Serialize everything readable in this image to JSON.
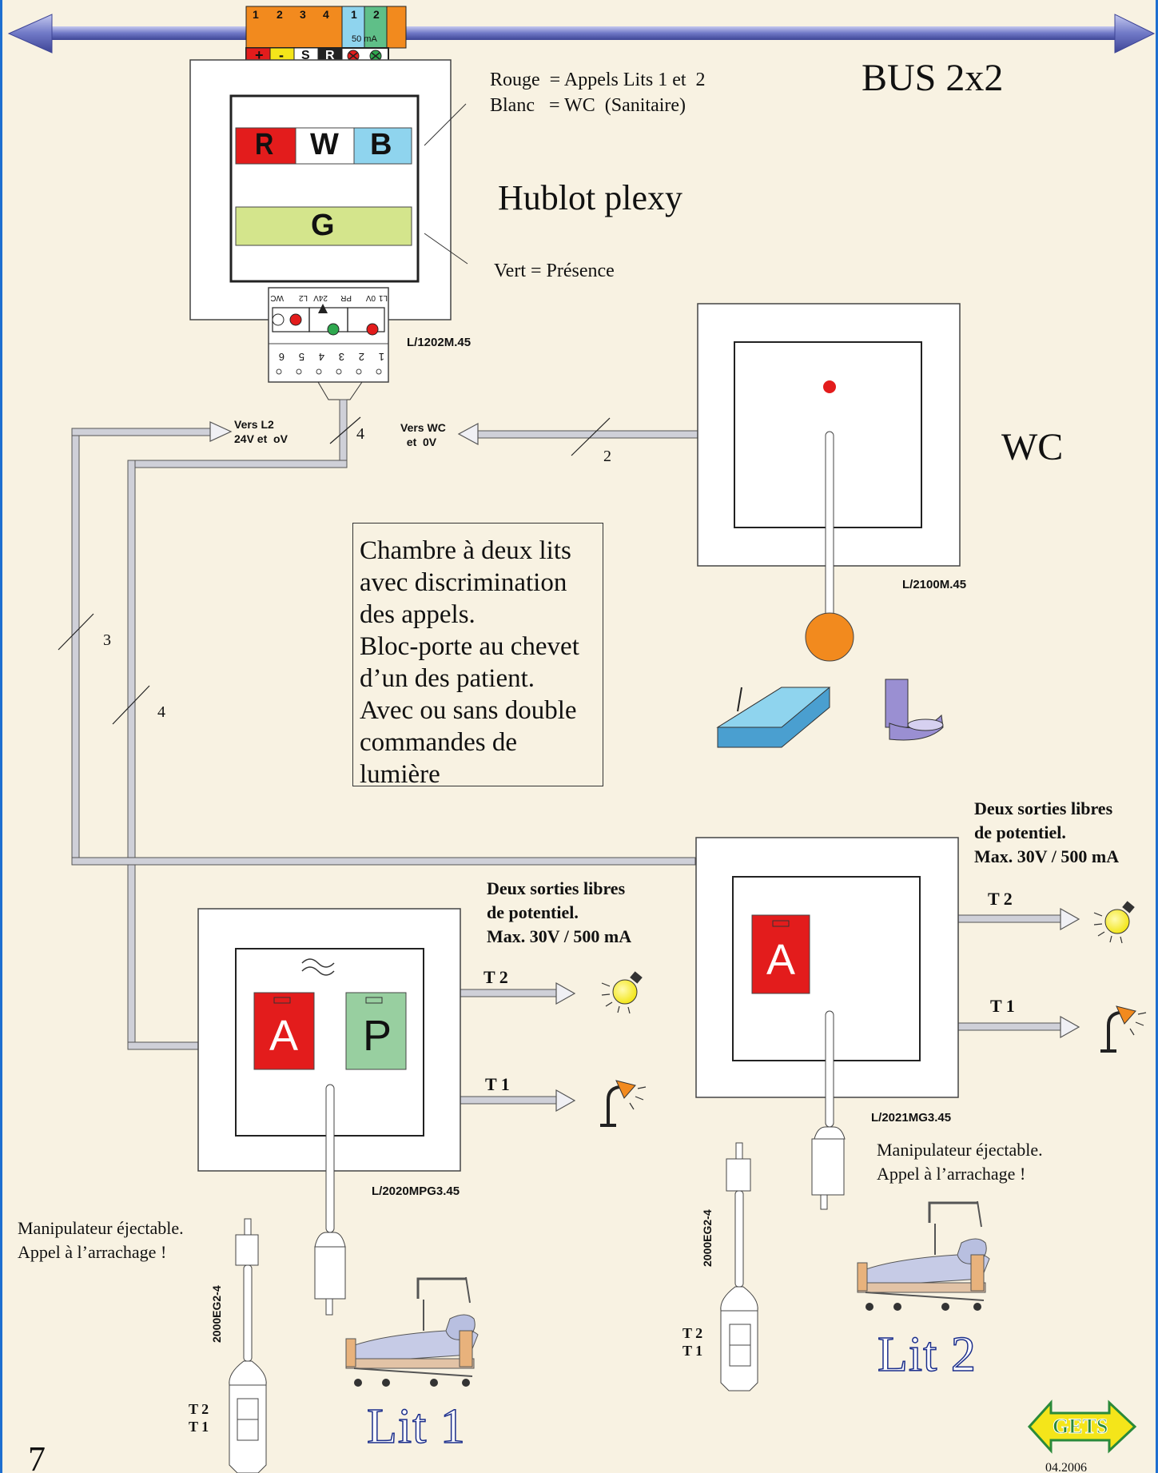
{
  "page_number": "7",
  "date": "04.2006",
  "bus": {
    "title": "BUS 2x2"
  },
  "connector": {
    "terminals": [
      "1",
      "2",
      "3",
      "4",
      "1",
      "2"
    ],
    "legend_sub": "50 mA",
    "polarity": [
      "+",
      "-",
      "S",
      "R"
    ]
  },
  "hublot": {
    "title": "Hublot plexy",
    "ref": "L/1202M.45",
    "letters": [
      "R",
      "W",
      "B",
      "G"
    ],
    "legend_lines": [
      "Rouge  = Appels Lits 1 et  2",
      "Blanc   = WC  (Sanitaire)"
    ],
    "vert_label": "Vert = Présence",
    "terminal_numbers": [
      "6",
      "5",
      "4",
      "3",
      "2",
      "1"
    ],
    "terminal_top": [
      "WC",
      "L2",
      "24V",
      "PR",
      "0V",
      "L1"
    ]
  },
  "wires": {
    "vers_l2": "Vers L2\n24V et  oV",
    "vers_wc": "Vers WC\n  et  0V",
    "count_4a": "4",
    "count_2": "2",
    "count_3": "3",
    "count_4b": "4"
  },
  "wc": {
    "label": "WC",
    "ref": "L/2100M.45"
  },
  "description": [
    "Chambre à deux lits",
    "avec discrimination",
    "des appels.",
    "Bloc-porte au chevet",
    "d’un des patient.",
    "Avec ou sans double",
    "commandes de",
    "lumière"
  ],
  "outputs_note": "Deux sorties libres\nde potentiel.\nMax. 30V / 500 mA",
  "bed1": {
    "ref": "L/2020MPG3.45",
    "buttons": [
      "A",
      "P"
    ],
    "t2": "T 2",
    "t1": "T 1",
    "name": "Lit 1",
    "handset_ref": "2000EG2-4",
    "handset_keys": "T 2\nT 1",
    "manip": "Manipulateur éjectable.\nAppel à l’arrachage !"
  },
  "bed2": {
    "ref": "L/2021MG3.45",
    "buttons": [
      "A"
    ],
    "t2": "T 2",
    "t1": "T 1",
    "name": "Lit 2",
    "handset_ref": "2000EG2-4",
    "handset_keys": "T 2\nT 1",
    "manip": "Manipulateur éjectable.\nAppel à l’arrachage !"
  },
  "logo": "GETS",
  "colors": {
    "bus": "#7d86c9",
    "red": "#e31c1c",
    "green": "#98cfa0",
    "lime": "#d4e58c",
    "blue": "#8fd4ee",
    "orange": "#f28a1e",
    "frame": "#1e6fd0",
    "background": "#f8f2e2"
  }
}
